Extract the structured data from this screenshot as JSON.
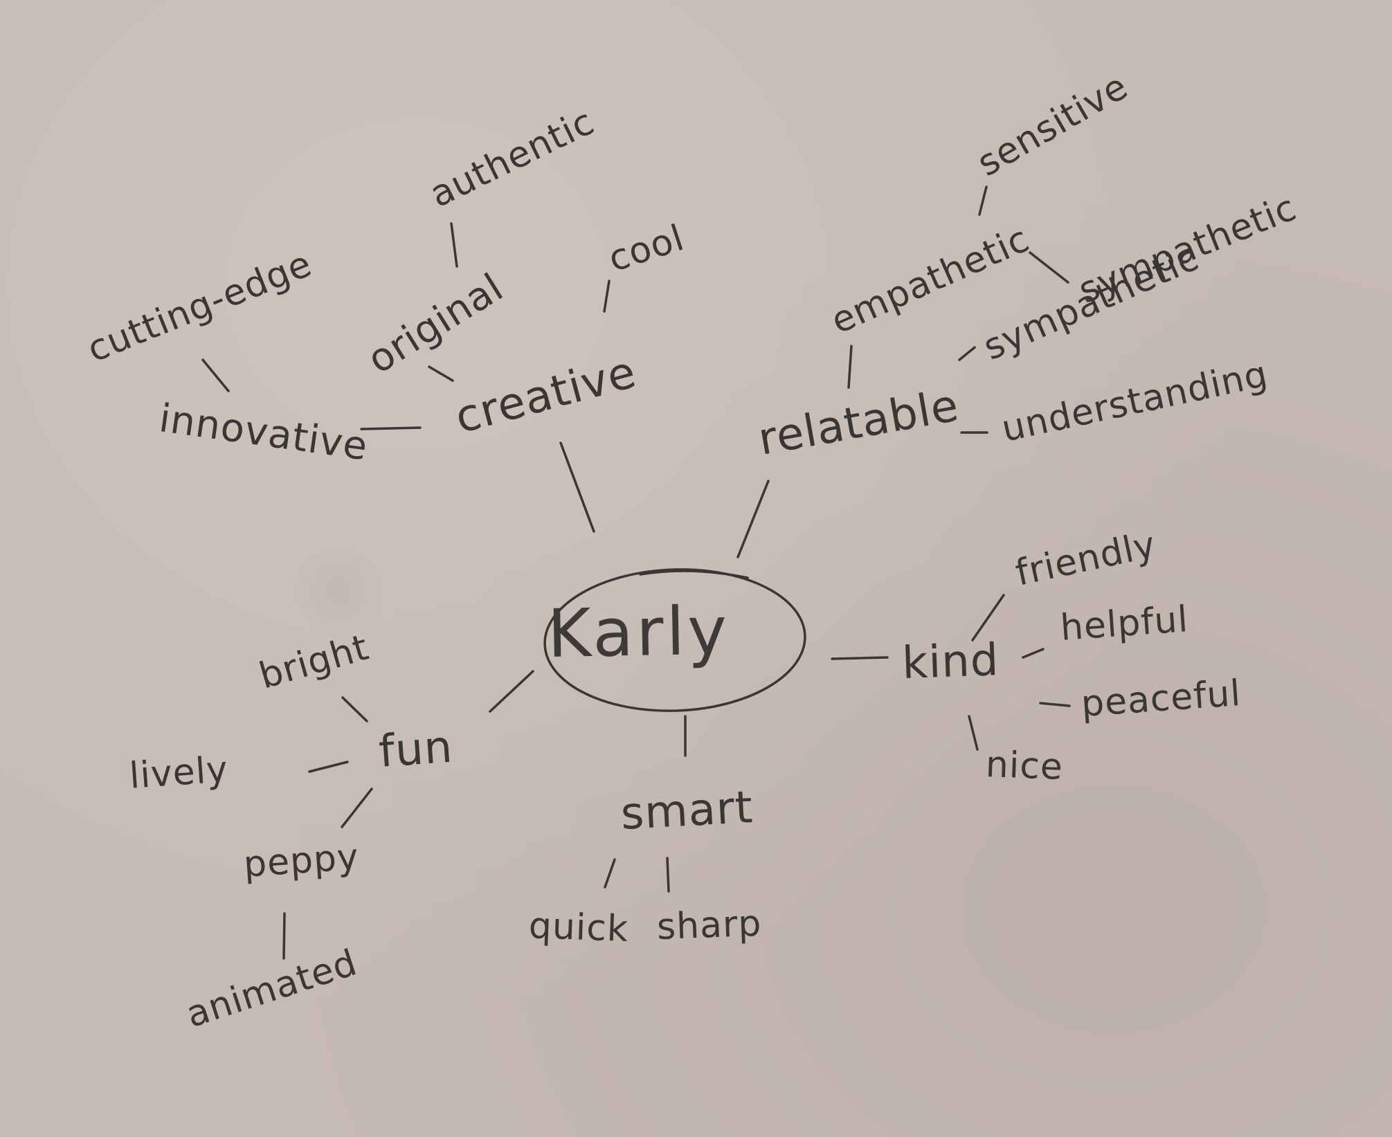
{
  "center": "Karly",
  "branches": {
    "creative": {
      "label": "creative",
      "children": [
        "innovative",
        "original",
        "cool"
      ],
      "innovative_child": "cutting-edge",
      "original_child": "authentic"
    },
    "relatable": {
      "label": "relatable",
      "children": [
        "empathetic",
        "sympathetic",
        "understanding"
      ],
      "empathetic_child": "sensitive",
      "empathetic_child_2": "sympathetic"
    },
    "kind": {
      "label": "kind",
      "children": [
        "friendly",
        "helpful",
        "peaceful",
        "nice"
      ]
    },
    "smart": {
      "label": "smart",
      "children": [
        "quick",
        "sharp"
      ]
    },
    "fun": {
      "label": "fun",
      "children": [
        "bright",
        "lively",
        "peppy"
      ],
      "peppy_child": "animated"
    }
  },
  "colors": {
    "paper": "#c6bbb4",
    "ink": "#3a3634"
  }
}
